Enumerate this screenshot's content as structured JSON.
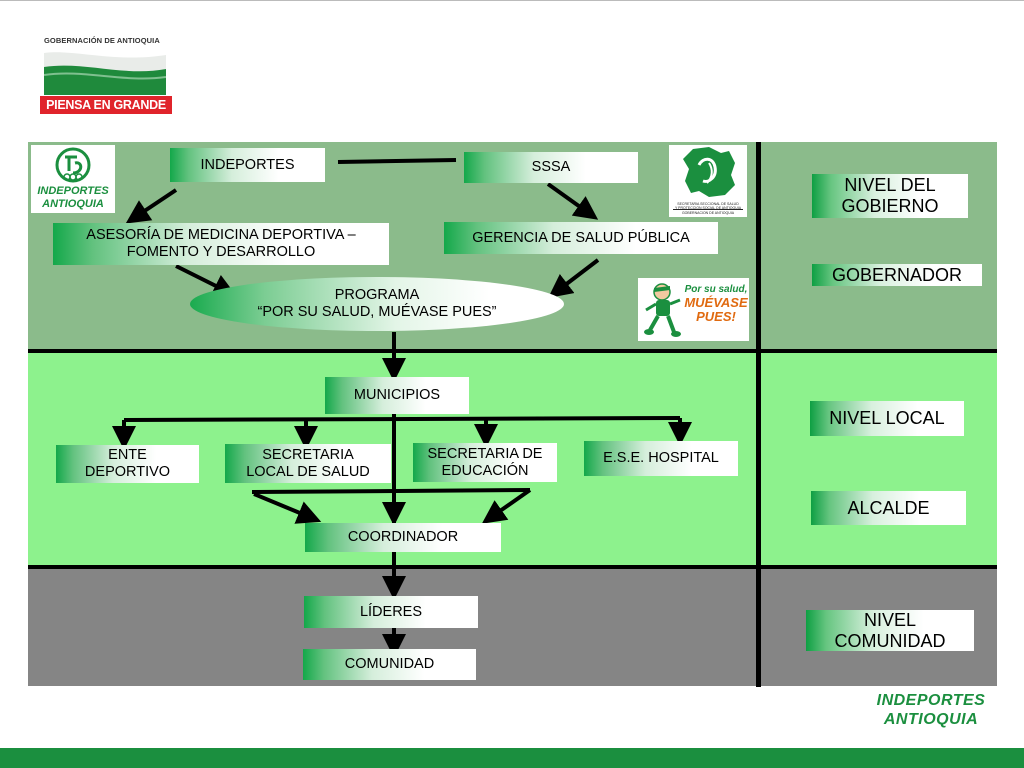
{
  "header": {
    "gov_name": "GOBERNACIÓN DE ANTIOQUIA",
    "slogan": "PIENSA EN GRANDE"
  },
  "logos": {
    "indeportes_line1": "INDEPORTES",
    "indeportes_line2": "ANTIOQUIA",
    "ssa_caption_1": "SECRETARIA SECCIONAL DE SALUD",
    "ssa_caption_2": "Y PROTECCION SOCIAL DE ANTIOQUIA",
    "ssa_caption_3": "GOBERNACION DE ANTIOQUIA",
    "muevase_line1": "Por su salud,",
    "muevase_line2": "MUÉVASE",
    "muevase_line3": "PUES!"
  },
  "diagram": {
    "indeportes": "INDEPORTES",
    "sssa": "SSSA",
    "asesoria_line1": "ASESORÍA DE MEDICINA DEPORTIVA –",
    "asesoria_line2": "FOMENTO Y DESARROLLO",
    "gerencia": "GERENCIA DE SALUD PÚBLICA",
    "programa_line1": "PROGRAMA",
    "programa_line2": "“POR SU SALUD, MUÉVASE PUES”",
    "municipios": "MUNICIPIOS",
    "ente_line1": "ENTE",
    "ente_line2": "DEPORTIVO",
    "secsalud_line1": "SECRETARIA",
    "secsalud_line2": "LOCAL DE SALUD",
    "seceduc_line1": "SECRETARIA DE",
    "seceduc_line2": "EDUCACIÓN",
    "hospital": "E.S.E. HOSPITAL",
    "coordinador": "COORDINADOR",
    "lideres": "LÍDERES",
    "comunidad": "COMUNIDAD"
  },
  "levels": {
    "gobierno_line1": "NIVEL DEL",
    "gobierno_line2": "GOBIERNO",
    "gobernador": "GOBERNADOR",
    "local": "NIVEL LOCAL",
    "alcalde": "ALCALDE",
    "comunidad_line1": "NIVEL",
    "comunidad_line2": "COMUNIDAD"
  },
  "footer": {
    "brand_line1": "INDEPORTES",
    "brand_line2": "ANTIOQUIA"
  },
  "colors": {
    "band_gobierno": "#8bbb8b",
    "band_local": "#8df28d",
    "band_comunidad": "#858585",
    "brand_green": "#1b8f3f",
    "slogan_red": "#e0242b"
  }
}
